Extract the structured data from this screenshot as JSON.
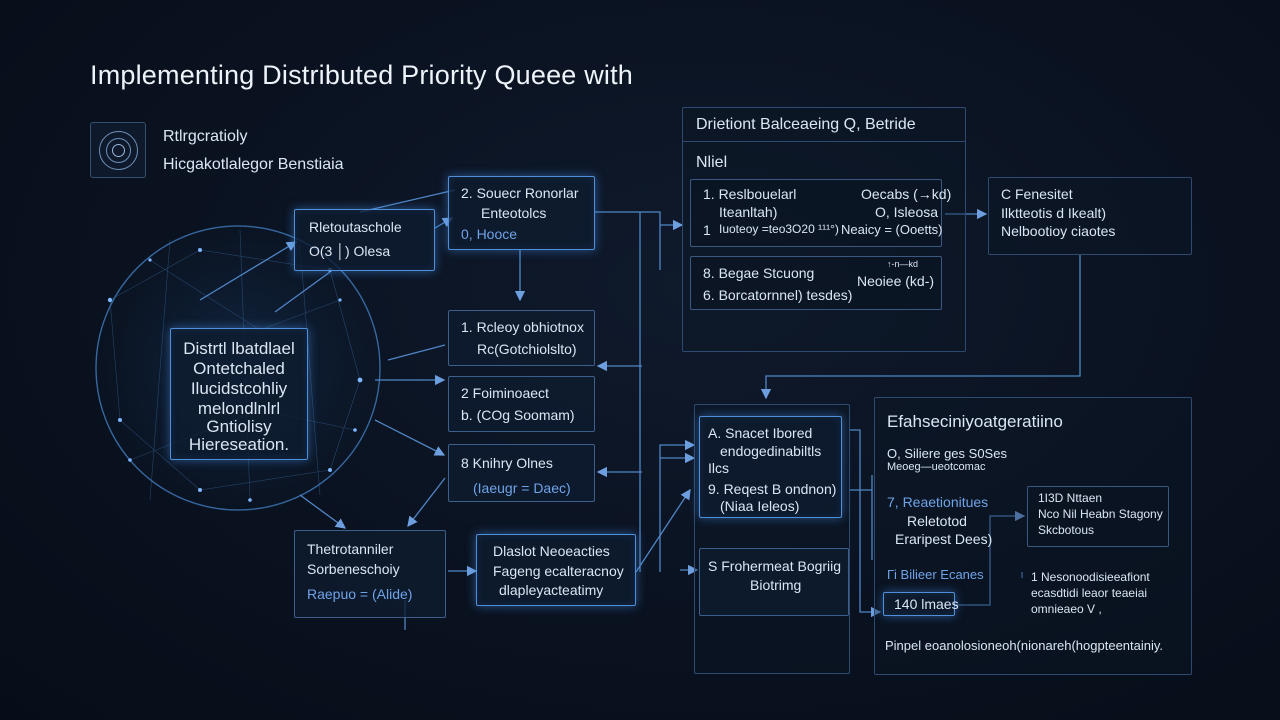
{
  "title": "Implementing Distributed Priority Queee with",
  "header": {
    "line1": "Rtlrgcratioly",
    "line2": "Hicgakotlalegor Benstiaia"
  },
  "center_node": {
    "lines": [
      "Distrtl lbatdlael",
      "Ontetchaled",
      "Ilucidstcohliy",
      "melondlnlrl",
      "Gntiolisy",
      "Hiereseation."
    ]
  },
  "nodes": {
    "n_left_top": {
      "line1": "Rletoutaschole",
      "line2": "O(3 │) Olesa"
    },
    "n_top": {
      "line1": "2. Souecr Ronorlar",
      "line2": "Enteotolcs",
      "line3": "0, Hooce"
    },
    "n_mid1": {
      "line1": "1. Rcleoy obhiotnox",
      "line2": "Rc(Gotchiolslto)"
    },
    "n_mid2": {
      "line1": "2  Foiminoaect",
      "line2": "b. (COg Soomam)"
    },
    "n_mid3": {
      "line1": "8  Knihry Olnes",
      "line2": "(Iaeugr = Daec)"
    },
    "n_bottom_left": {
      "line1": "Thetrotanniler",
      "line2": "Sorbeneschoiy",
      "line3": "Raepuo = (Alide)"
    },
    "n_bottom_mid": {
      "line1": "Dlaslot Neoeacties",
      "line2": "Fageng ecalteracnoy",
      "line3": "dlapleyacteatimy"
    }
  },
  "top_panel": {
    "title": "Drietiont Balceaeing Q, Betride",
    "subtitle": "Nliel",
    "box1": {
      "row1_left": "1.  Reslbouelarl",
      "row1_right": "Oecabs (→kd)",
      "row2_left": "Iteanltah)",
      "row2_right": "O, Isleosa",
      "row3_prefix": "1",
      "row3_left": "Iuoteoy =teo3O20 ¹¹¹°)",
      "row3_right": "Neaicy = (Ooetts)"
    },
    "box2": {
      "row1_left": "8.  Begae Stcuong",
      "row1_right": "Neoiee (kd‑)",
      "row1_small": "↑‐n—kd",
      "row2_left": "6.  Borcatornnel) tesdes)"
    }
  },
  "right_top_box": {
    "line1": "C  Fenesitet",
    "line2": "Ilktteotis d Ikealt)",
    "line3": "Nelbootioy ciaotes"
  },
  "bottom_panel": {
    "title": "Efahseciniyoatgeratiino",
    "sub1": "O, Siliere ges S0Ses",
    "sub2": "Meoeg—ueotcomac",
    "item1": {
      "line1": "A.  Snacet Ibored",
      "line2": "endogedinabiltls",
      "line3": "Ilcs"
    },
    "item2": {
      "line1": "9.  Reqest B ondnon)",
      "line2": "(Niaa Ieleos)"
    },
    "item3": {
      "line1": "S  Frohermeat Bogriig",
      "line2": "Biotrimg"
    },
    "right1": {
      "line1": "7,  Reaetionitues",
      "line2": "Reletotod",
      "line3": "Eraripest Dees)"
    },
    "right2": {
      "line1": "Гі  Bilieer Ecanes"
    },
    "small_box": {
      "line1": "1I3D Nttaen",
      "line2": "Nco Nil Heabn Stagony",
      "line3": "Skcbotous"
    },
    "count_box": "140 lmaes",
    "note": {
      "line1": "1 Nesonoodisieeafiont",
      "line2": "ecasdtidi leaor teaeiai",
      "line3": "omnieaeo V  ,"
    },
    "footer": "Pinpel eoanolosioneoh(nionareh(hogpteentainiy."
  },
  "colors": {
    "background": "#0a1220",
    "accent": "#6fa3e8",
    "border": "#3d5f8c",
    "glow": "#4f8fd8"
  }
}
